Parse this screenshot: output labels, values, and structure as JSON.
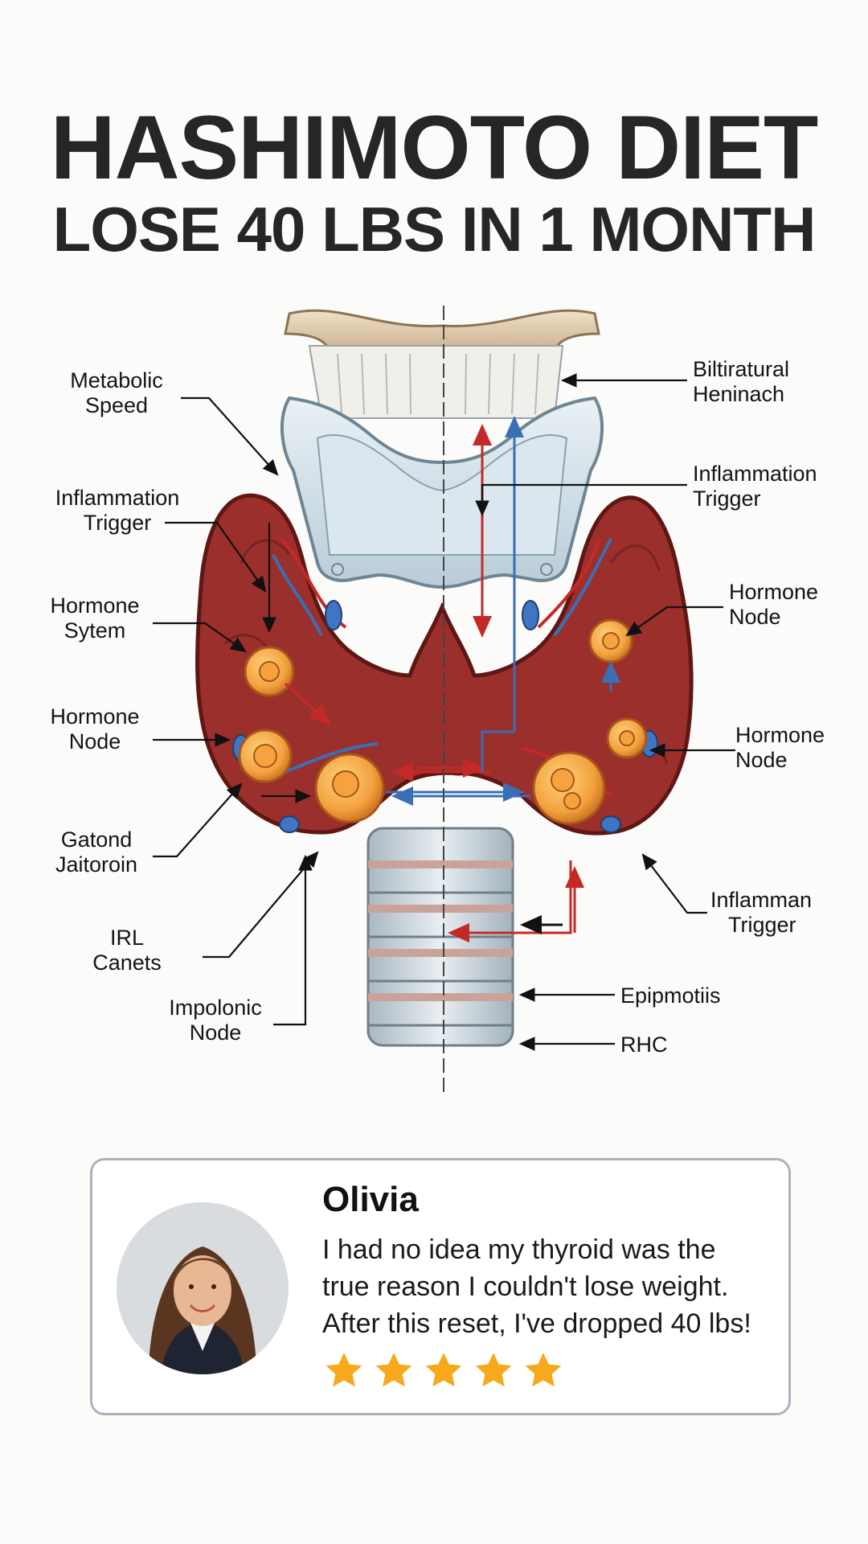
{
  "header": {
    "title_line1": "HASHIMOTO DIET",
    "title_line2": "LOSE 40 LBS IN 1 MONTH"
  },
  "diagram": {
    "labels": {
      "metabolic_speed": [
        "Metabolic",
        "Speed"
      ],
      "inflammation_trigger_left": [
        "Inflammation",
        "Trigger"
      ],
      "hormone_sytem": [
        "Hormone",
        "Sytem"
      ],
      "hormone_node_left": [
        "Hormone",
        "Node"
      ],
      "gatond_jaitoroin": [
        "Gatond",
        "Jaitoroin"
      ],
      "irl_canets": [
        "IRL",
        "Canets"
      ],
      "impolonic_node": [
        "Impolonic",
        "Node"
      ],
      "biltiratural_heninach": [
        "Biltiratural",
        "Heninach"
      ],
      "inflammation_trigger_right": [
        "Inflammation",
        "Trigger"
      ],
      "hormone_node_right_top": [
        "Hormone",
        "Node"
      ],
      "hormone_node_right_mid": [
        "Hormone",
        "Node"
      ],
      "inflamman_trigger": [
        "Inflamman",
        "Trigger"
      ],
      "epipmotiis": [
        "Epipmotiis"
      ],
      "rhc": [
        "RHC"
      ]
    }
  },
  "testimonial": {
    "name": "Olivia",
    "quote_lines": [
      "I had no idea my thyroid was the",
      "true reason I couldn't lose weight.",
      "After this reset, I've dropped 40 lbs!"
    ],
    "rating": 5,
    "star_color": "#f7a81b"
  },
  "colors": {
    "thyroid": "#9b2f2c",
    "cartilage": "#cfdde6",
    "node": "#f5b04c",
    "artery": "#c42a25",
    "vein": "#3a6fb5"
  }
}
